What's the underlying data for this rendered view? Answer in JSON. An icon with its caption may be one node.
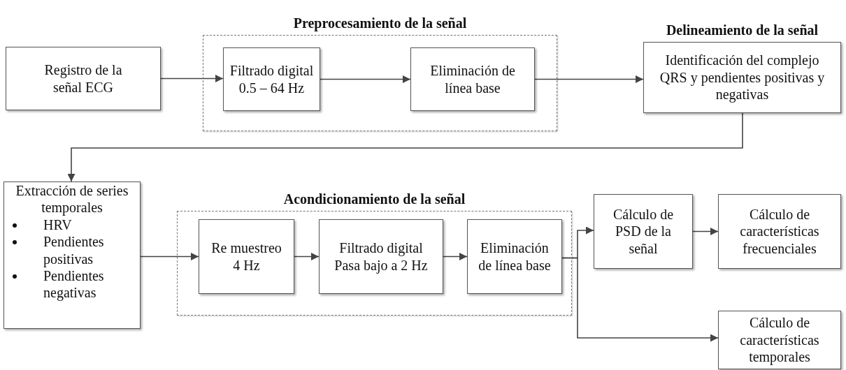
{
  "diagram": {
    "nodes": [
      {
        "text": [
          "Registro de la señal ECG"
        ]
      },
      {
        "text": [
          "Preprocesamiento de la señal"
        ]
      },
      {
        "text": [
          "Filtrado digital 0.5 – 64 Hz"
        ],
        "in": 1
      },
      {
        "text": [
          "Eliminación de línea base"
        ],
        "in": 1
      },
      {
        "text": [
          "Delineamiento de la señal",
          "Identificación del complejo QRS y pendientes positivas y negativas"
        ]
      },
      {
        "text": [
          "Extracción de series temporales",
          "HRV",
          "Pendientes positivas",
          "Pendientes negativas"
        ]
      },
      {
        "text": [
          "Acondicionamiento de la señal"
        ]
      },
      {
        "text": [
          "Re muestreo 4 Hz"
        ],
        "in": 6
      },
      {
        "text": [
          "Filtrado digital Pasa bajo a 2 Hz"
        ],
        "in": 6
      },
      {
        "text": [
          "Eliminación de línea base"
        ],
        "in": 6
      },
      {
        "text": [
          "Cálculo de PSD de la señal"
        ]
      },
      {
        "text": [
          "Cálculo de características frecuenciales"
        ]
      },
      {
        "text": [
          "Cálculo de características temporales"
        ]
      }
    ],
    "edges": [
      {
        "from": 0,
        "to": 2,
        "arrow": "to"
      },
      {
        "from": 2,
        "to": 3,
        "arrow": "to"
      },
      {
        "from": 3,
        "to": 4,
        "arrow": "to"
      },
      {
        "from": 4,
        "to": 5,
        "arrow": "to"
      },
      {
        "from": 5,
        "to": 7,
        "arrow": "to"
      },
      {
        "from": 7,
        "to": 8,
        "arrow": "to"
      },
      {
        "from": 8,
        "to": 9,
        "arrow": "to"
      },
      {
        "from": 9,
        "to": 10,
        "arrow": "to"
      },
      {
        "from": 10,
        "to": 11,
        "arrow": "to"
      },
      {
        "from": 9,
        "to": 12,
        "arrow": "to"
      }
    ]
  }
}
